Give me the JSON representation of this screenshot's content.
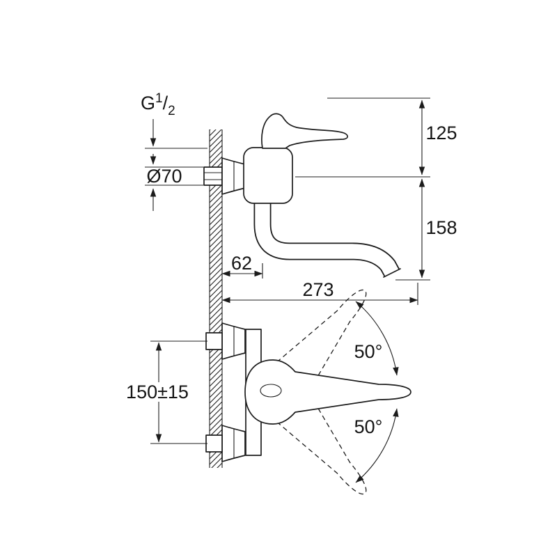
{
  "drawing": {
    "background": "#ffffff",
    "line_color": "#1c1c1c",
    "dimensions": {
      "thread_prefix": "G",
      "thread_numerator": "1",
      "thread_slash": "/",
      "thread_denominator": "2",
      "flange_diameter": "Ø70",
      "height_above_connection": "125",
      "height_below_connection": "158",
      "wall_to_spout_axis": "62",
      "spout_reach": "273",
      "connection_spacing": "150±15",
      "swivel_upper": "50°",
      "swivel_lower": "50°"
    }
  }
}
